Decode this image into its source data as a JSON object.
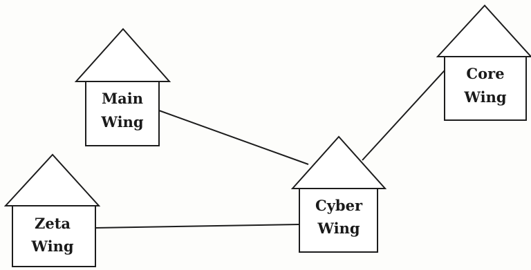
{
  "diagram": {
    "buildings": [
      {
        "id": "main",
        "line1": "Main",
        "line2": "Wing"
      },
      {
        "id": "core",
        "line1": "Core",
        "line2": "Wing"
      },
      {
        "id": "zeta",
        "line1": "Zeta",
        "line2": "Wing"
      },
      {
        "id": "cyber",
        "line1": "Cyber",
        "line2": "Wing"
      }
    ],
    "links": [
      {
        "from": "main",
        "to": "cyber"
      },
      {
        "from": "core",
        "to": "cyber"
      },
      {
        "from": "zeta",
        "to": "cyber"
      }
    ]
  }
}
